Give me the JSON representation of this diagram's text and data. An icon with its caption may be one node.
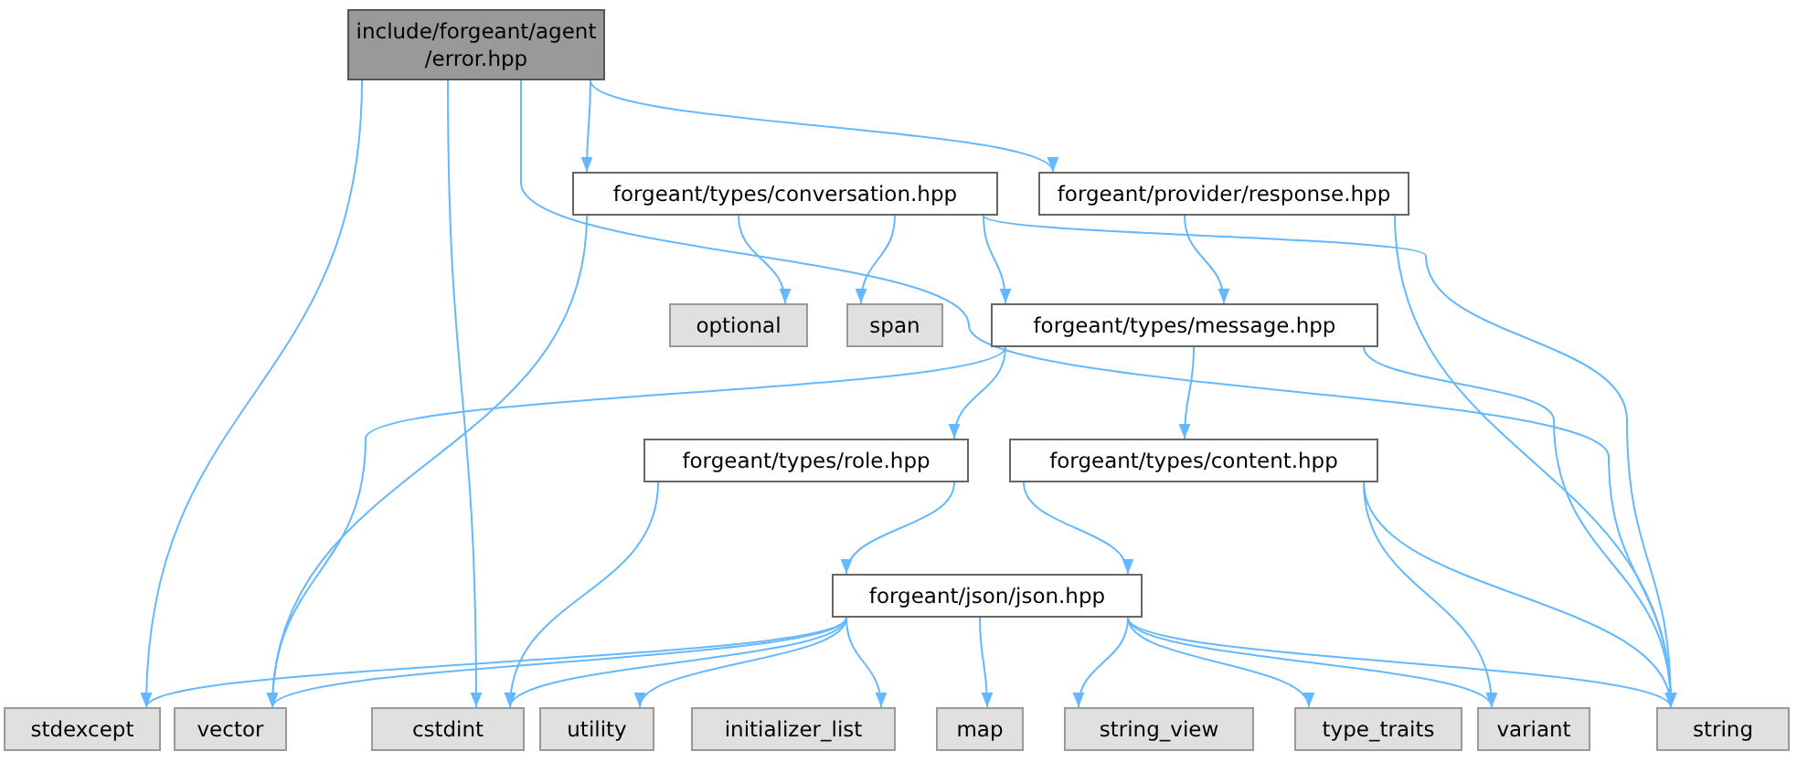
{
  "diagram": {
    "nodes": [
      {
        "text": [
          "include/forgeant/agent /error.hpp"
        ]
      },
      {
        "text": [
          "forgeant/types/conversation.hpp"
        ]
      },
      {
        "text": [
          "forgeant/provider/response.hpp"
        ]
      },
      {
        "text": [
          "optional"
        ]
      },
      {
        "text": [
          "span"
        ]
      },
      {
        "text": [
          "forgeant/types/message.hpp"
        ]
      },
      {
        "text": [
          "forgeant/types/role.hpp"
        ]
      },
      {
        "text": [
          "forgeant/types/content.hpp"
        ]
      },
      {
        "text": [
          "forgeant/json/json.hpp"
        ]
      },
      {
        "text": [
          "stdexcept"
        ]
      },
      {
        "text": [
          "vector"
        ]
      },
      {
        "text": [
          "cstdint"
        ]
      },
      {
        "text": [
          "utility"
        ]
      },
      {
        "text": [
          "initializer_list"
        ]
      },
      {
        "text": [
          "map"
        ]
      },
      {
        "text": [
          "string_view"
        ]
      },
      {
        "text": [
          "type_traits"
        ]
      },
      {
        "text": [
          "variant"
        ]
      },
      {
        "text": [
          "string"
        ]
      }
    ],
    "edges": [
      {
        "from": 0,
        "to": 9,
        "arrow": "to"
      },
      {
        "from": 0,
        "to": 11,
        "arrow": "to"
      },
      {
        "from": 0,
        "to": 18,
        "arrow": "to"
      },
      {
        "from": 0,
        "to": 1,
        "arrow": "to"
      },
      {
        "from": 0,
        "to": 2,
        "arrow": "to"
      },
      {
        "from": 1,
        "to": 10,
        "arrow": "to"
      },
      {
        "from": 1,
        "to": 3,
        "arrow": "to"
      },
      {
        "from": 1,
        "to": 4,
        "arrow": "to"
      },
      {
        "from": 1,
        "to": 5,
        "arrow": "to"
      },
      {
        "from": 1,
        "to": 18,
        "arrow": "to"
      },
      {
        "from": 2,
        "to": 5,
        "arrow": "to"
      },
      {
        "from": 2,
        "to": 18,
        "arrow": "to"
      },
      {
        "from": 5,
        "to": 10,
        "arrow": "to"
      },
      {
        "from": 5,
        "to": 6,
        "arrow": "to"
      },
      {
        "from": 5,
        "to": 7,
        "arrow": "to"
      },
      {
        "from": 5,
        "to": 18,
        "arrow": "to"
      },
      {
        "from": 6,
        "to": 8,
        "arrow": "to"
      },
      {
        "from": 6,
        "to": 11,
        "arrow": "to"
      },
      {
        "from": 7,
        "to": 8,
        "arrow": "to"
      },
      {
        "from": 7,
        "to": 17,
        "arrow": "to"
      },
      {
        "from": 7,
        "to": 18,
        "arrow": "to"
      },
      {
        "from": 8,
        "to": 9,
        "arrow": "to"
      },
      {
        "from": 8,
        "to": 10,
        "arrow": "to"
      },
      {
        "from": 8,
        "to": 11,
        "arrow": "to"
      },
      {
        "from": 8,
        "to": 12,
        "arrow": "to"
      },
      {
        "from": 8,
        "to": 13,
        "arrow": "to"
      },
      {
        "from": 8,
        "to": 14,
        "arrow": "to"
      },
      {
        "from": 8,
        "to": 15,
        "arrow": "to"
      },
      {
        "from": 8,
        "to": 16,
        "arrow": "to"
      },
      {
        "from": 8,
        "to": 17,
        "arrow": "to"
      },
      {
        "from": 8,
        "to": 18,
        "arrow": "to"
      }
    ]
  }
}
